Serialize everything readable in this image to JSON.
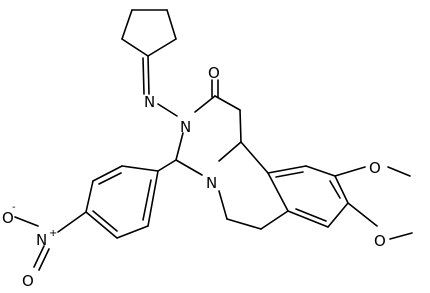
{
  "structure": {
    "atoms": {
      "carbonyl_oxygen": "O",
      "imine_nitrogen": "N",
      "ring_nitrogen_amide": "N",
      "ring_nitrogen_amine": "N",
      "nitro_nitrogen": "N",
      "nitro_charge_plus": "+",
      "nitro_oxygen_top": "O",
      "nitro_charge_minus": "-",
      "nitro_oxygen_bottom": "O",
      "methoxy_upper_oxygen": "O",
      "methoxy_lower_oxygen": "O"
    }
  },
  "colors": {
    "bond": "#000000",
    "text": "#000000",
    "background": "#ffffff"
  }
}
